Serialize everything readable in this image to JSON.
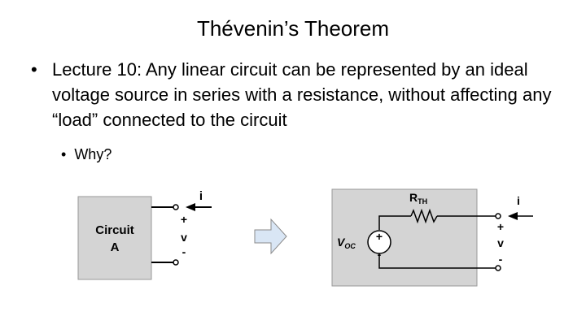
{
  "slide": {
    "title": "Thévenin’s Theorem",
    "bullet_symbol": "•",
    "bullet_text": "Lecture 10: Any linear circuit can be represented by an ideal voltage source in series with a resistance, without affecting any “load” connected to the circuit",
    "sub_bullet_text": "Why?"
  },
  "left_circuit": {
    "box_label_line1": "Circuit",
    "box_label_line2": "A",
    "current_label": "i",
    "plus": "+",
    "voltage_label": "v",
    "minus": "-"
  },
  "right_circuit": {
    "resistor_label": "R",
    "resistor_subscript": "TH",
    "source_label": "V",
    "source_subscript": "OC",
    "source_plus": "+",
    "source_minus": "-",
    "current_label": "i",
    "plus": "+",
    "voltage_label": "v",
    "minus": "-"
  },
  "colors": {
    "box_fill": "#d4d4d4",
    "box_stroke": "#999999",
    "arrow_fill": "#d9e6f5",
    "arrow_stroke": "#8a8a8a"
  }
}
